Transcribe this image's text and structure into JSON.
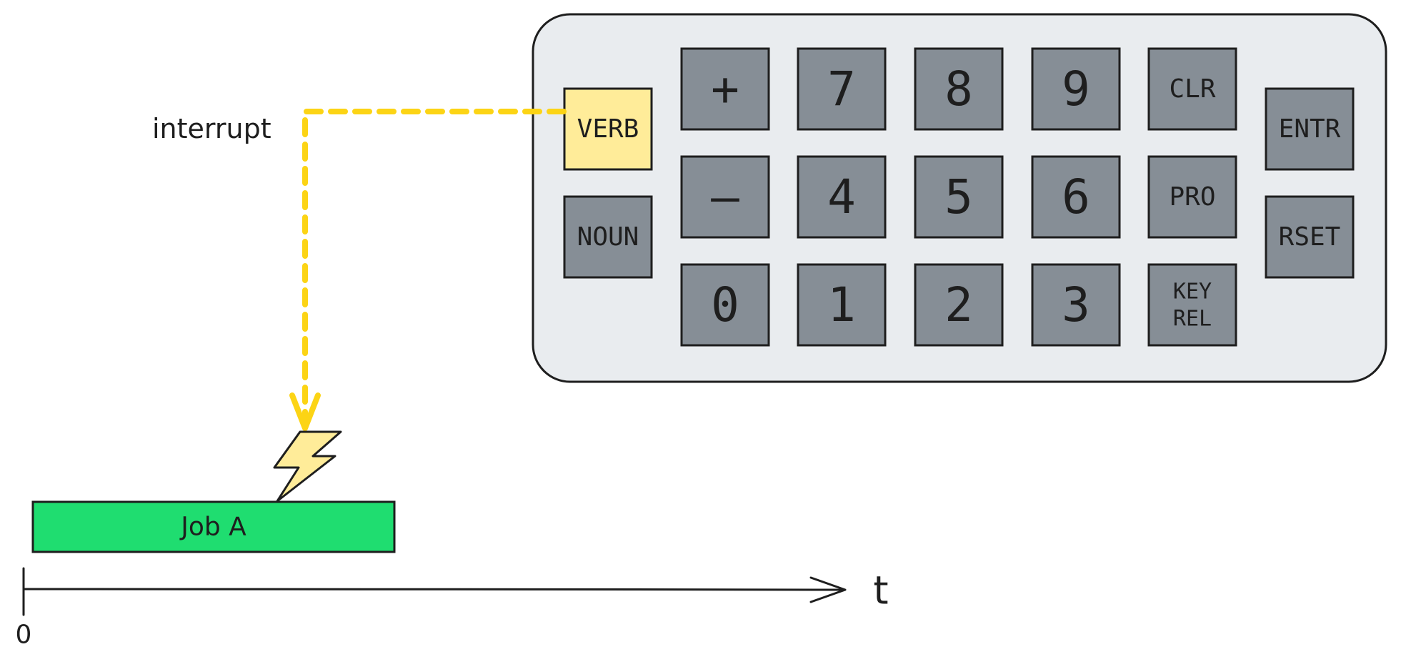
{
  "interrupt_label": "interrupt",
  "job_label": "Job A",
  "axis": {
    "origin_label": "0",
    "time_label": "t"
  },
  "colors": {
    "panel": "#e9ecef",
    "key": "#868e96",
    "highlight_key": "#ffec99",
    "interrupt_line": "#fcd415",
    "bolt": "#ffec99",
    "job_bar": "#1fdd70",
    "ink": "#1e1e1e"
  },
  "keypad": {
    "left_column": [
      {
        "label": "VERB",
        "highlighted": true
      },
      {
        "label": "NOUN",
        "highlighted": false
      }
    ],
    "grid": [
      [
        {
          "label": "+"
        },
        {
          "label": "7"
        },
        {
          "label": "8"
        },
        {
          "label": "9"
        },
        {
          "label": "CLR"
        }
      ],
      [
        {
          "label": "–"
        },
        {
          "label": "4"
        },
        {
          "label": "5"
        },
        {
          "label": "6"
        },
        {
          "label": "PRO"
        }
      ],
      [
        {
          "label": "0"
        },
        {
          "label": "1"
        },
        {
          "label": "2"
        },
        {
          "label": "3"
        },
        {
          "label": "KEY\nREL"
        }
      ]
    ],
    "right_column": [
      {
        "label": "ENTR"
      },
      {
        "label": "RSET"
      }
    ]
  }
}
